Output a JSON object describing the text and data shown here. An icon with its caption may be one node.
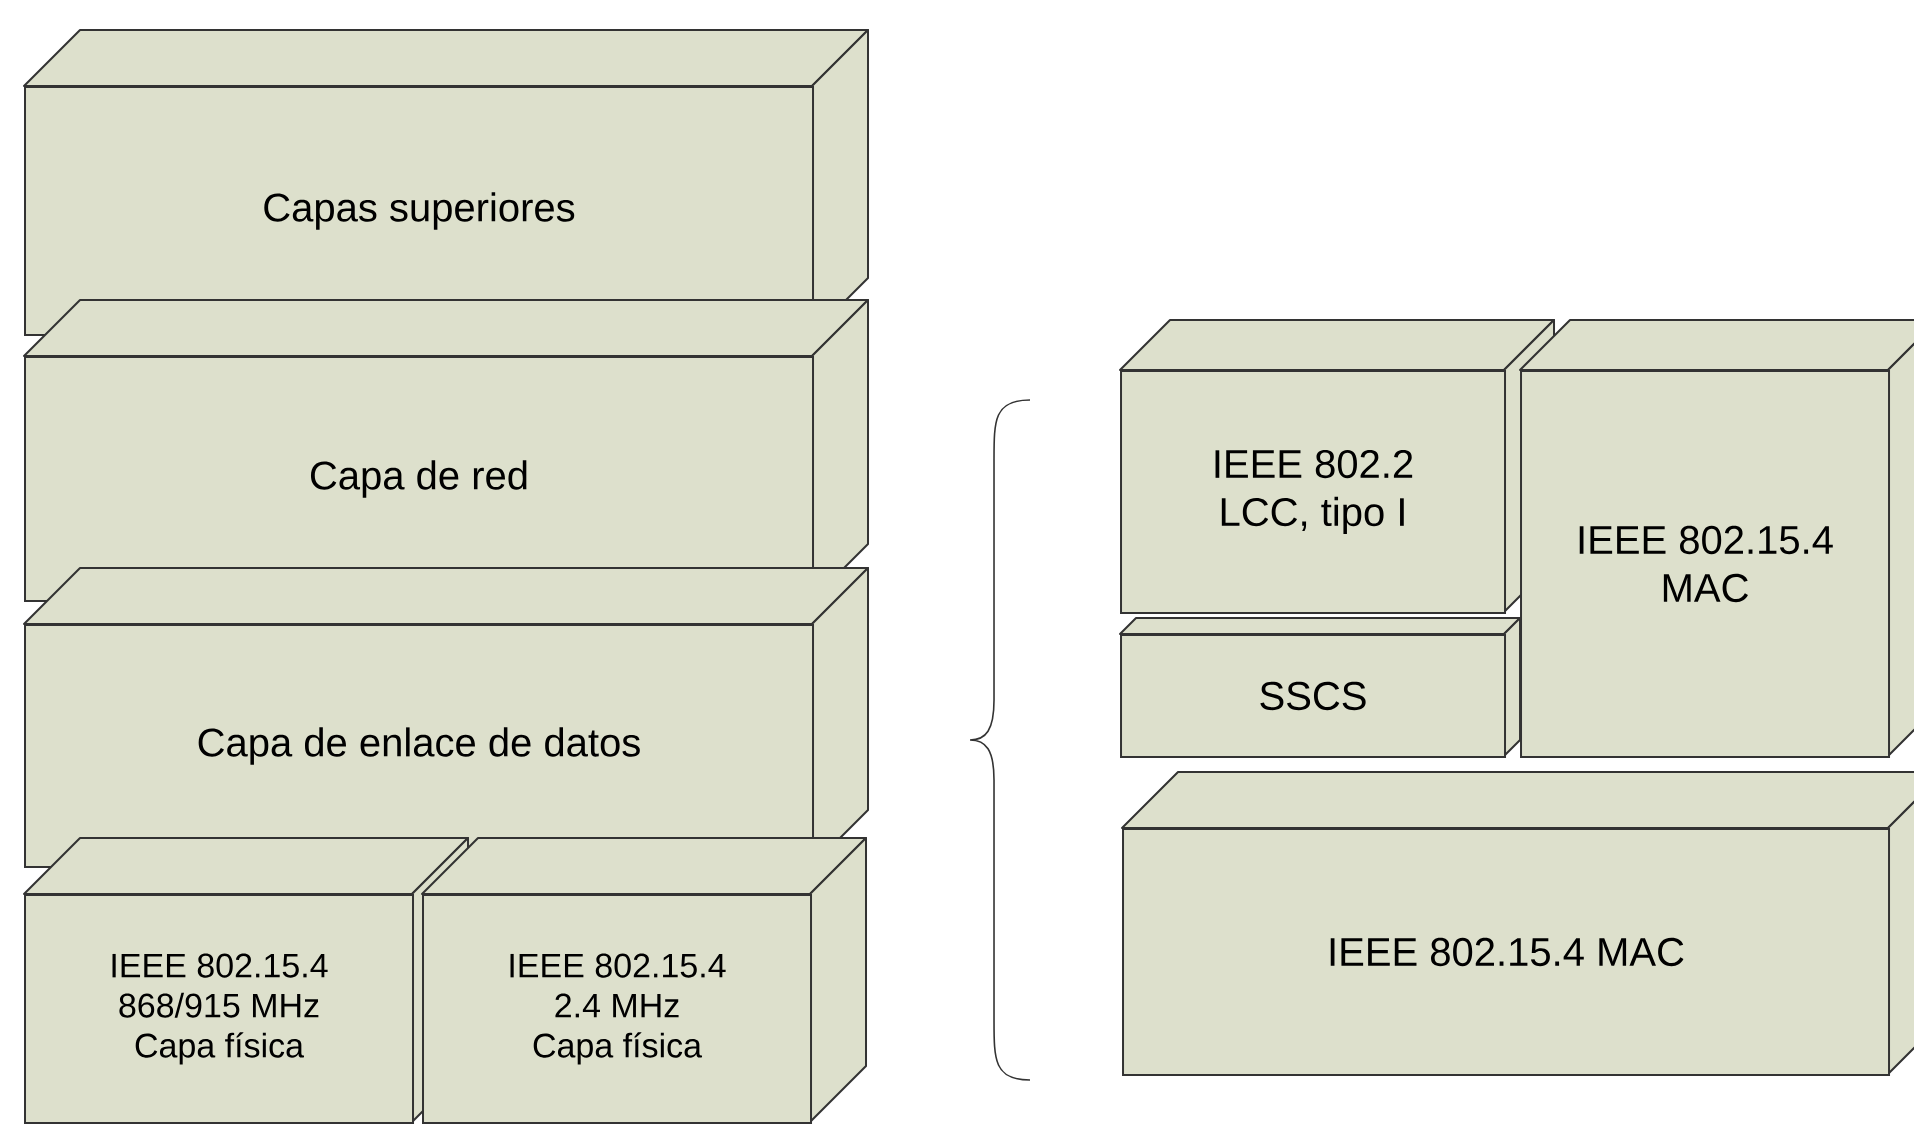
{
  "diagram": {
    "nodes": [
      {
        "text": [
          "Capas superiores"
        ]
      },
      {
        "text": [
          "Capa de red"
        ]
      },
      {
        "text": [
          "Capa de enlace de datos"
        ]
      },
      {
        "text": [
          "IEEE 802.15.4",
          "868/915 MHz",
          "Capa física"
        ]
      },
      {
        "text": [
          "IEEE 802.15.4",
          "2.4 MHz",
          "Capa física"
        ]
      },
      {
        "text": [
          "IEEE 802.2",
          "LCC, tipo I"
        ]
      },
      {
        "text": [
          "IEEE 802.15.4",
          "MAC"
        ]
      },
      {
        "text": [
          "SSCS"
        ]
      },
      {
        "text": [
          "IEEE 802.15.4 MAC"
        ]
      }
    ]
  }
}
